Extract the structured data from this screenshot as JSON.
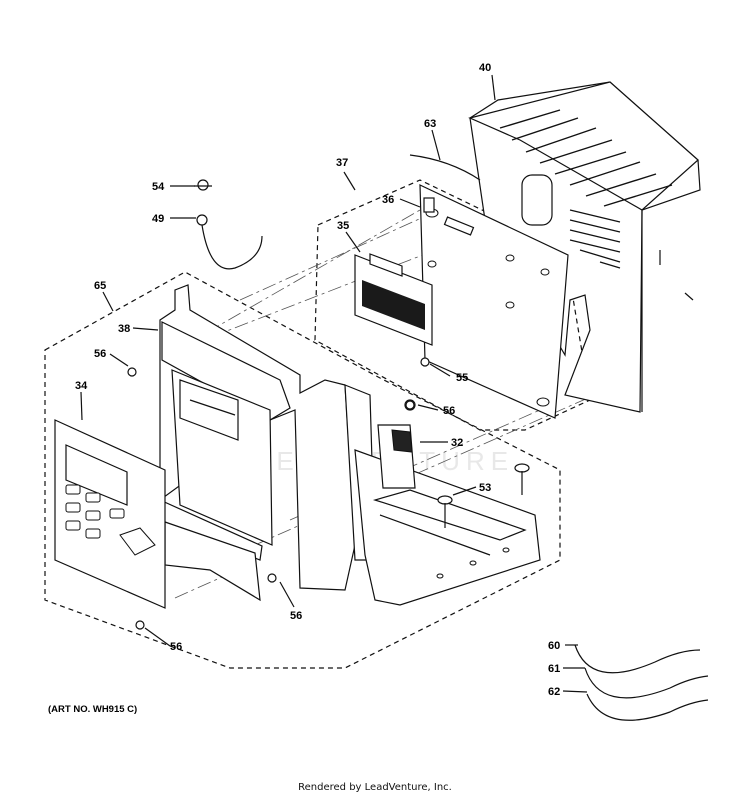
{
  "callouts": {
    "c40": "40",
    "c63": "63",
    "c37": "37",
    "c54": "54",
    "c36": "36",
    "c49": "49",
    "c35": "35",
    "c65": "65",
    "c38": "38",
    "c56a": "56",
    "c55": "55",
    "c34": "34",
    "c56b": "56",
    "c32": "32",
    "c53": "53",
    "c56c": "56",
    "c56d": "56",
    "c60": "60",
    "c61": "61",
    "c62": "62"
  },
  "art_number": "(ART NO. WH915 C)",
  "footer": "Rendered by LeadVenture, Inc.",
  "watermark": "LEADVENTURE"
}
